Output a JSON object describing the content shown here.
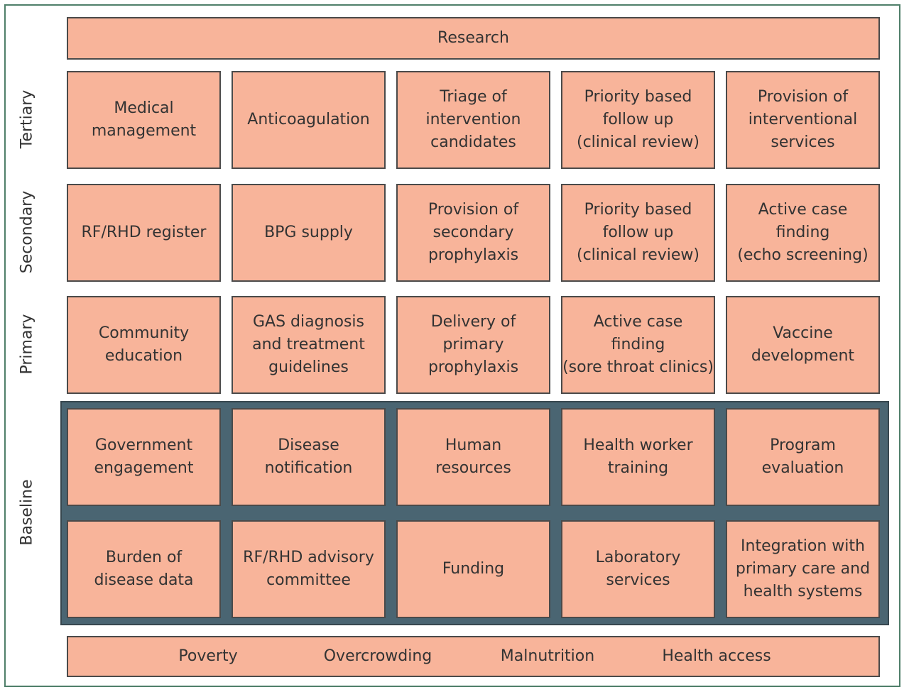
{
  "research": "Research",
  "levels": [
    "Tertiary",
    "Secondary",
    "Primary",
    "Baseline"
  ],
  "tertiary": [
    "Medical\nmanagement",
    "Anticoagulation",
    "Triage of\nintervention\ncandidates",
    "Priority based\nfollow up\n(clinical review)",
    "Provision of\ninterventional\nservices"
  ],
  "secondary": [
    "RF/RHD register",
    "BPG supply",
    "Provision of\nsecondary\nprophylaxis",
    "Priority based\nfollow up\n(clinical review)",
    "Active case\nfinding\n(echo screening)"
  ],
  "primary": [
    "Community\neducation",
    "GAS diagnosis\nand treatment\nguidelines",
    "Delivery of\nprimary\nprophylaxis",
    "Active case\nfinding\n(sore throat clinics)",
    "Vaccine\ndevelopment"
  ],
  "baseline_row1": [
    "Government\nengagement",
    "Disease\nnotification",
    "Human\nresources",
    "Health worker\ntraining",
    "Program\nevaluation"
  ],
  "baseline_row2": [
    "Burden of\ndisease data",
    "RF/RHD advisory\ncommittee",
    "Funding",
    "Laboratory\nservices",
    "Integration with\nprimary care and\nhealth systems"
  ],
  "determinants": [
    "Poverty",
    "Overcrowding",
    "Malnutrition",
    "Health access"
  ],
  "colors": {
    "box_fill": "#f8b49a",
    "baseline_panel": "#4a6572",
    "frame": "#4f7f6a"
  }
}
